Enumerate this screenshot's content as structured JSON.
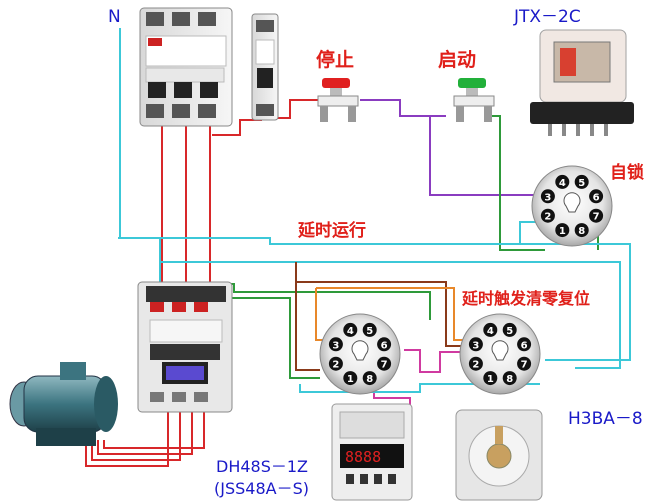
{
  "labels": {
    "neutral": "N",
    "relay_model": "JTX－2C",
    "stop": "停止",
    "start": "启动",
    "self_lock": "自锁",
    "delay_run": "延时运行",
    "delay_trigger_reset": "延时触发清零复位",
    "timer_model_1": "H3BA－8",
    "timer_model_2a": "DH48S－1Z",
    "timer_model_2b": "(JSS48A－S)"
  },
  "socket_pins": [
    "1",
    "2",
    "3",
    "4",
    "5",
    "6",
    "7",
    "8"
  ],
  "display_digits": "8888",
  "colors": {
    "label_red": "#e0201a",
    "label_blue": "#1a1ac8",
    "wire_cyan": "#3cc8d8",
    "wire_red": "#d8282a",
    "wire_green": "#2e9a3a",
    "wire_purple": "#8a3cc0",
    "wire_brown": "#8a3a1a",
    "wire_orange": "#e8882a",
    "wire_magenta": "#d03aa0"
  }
}
